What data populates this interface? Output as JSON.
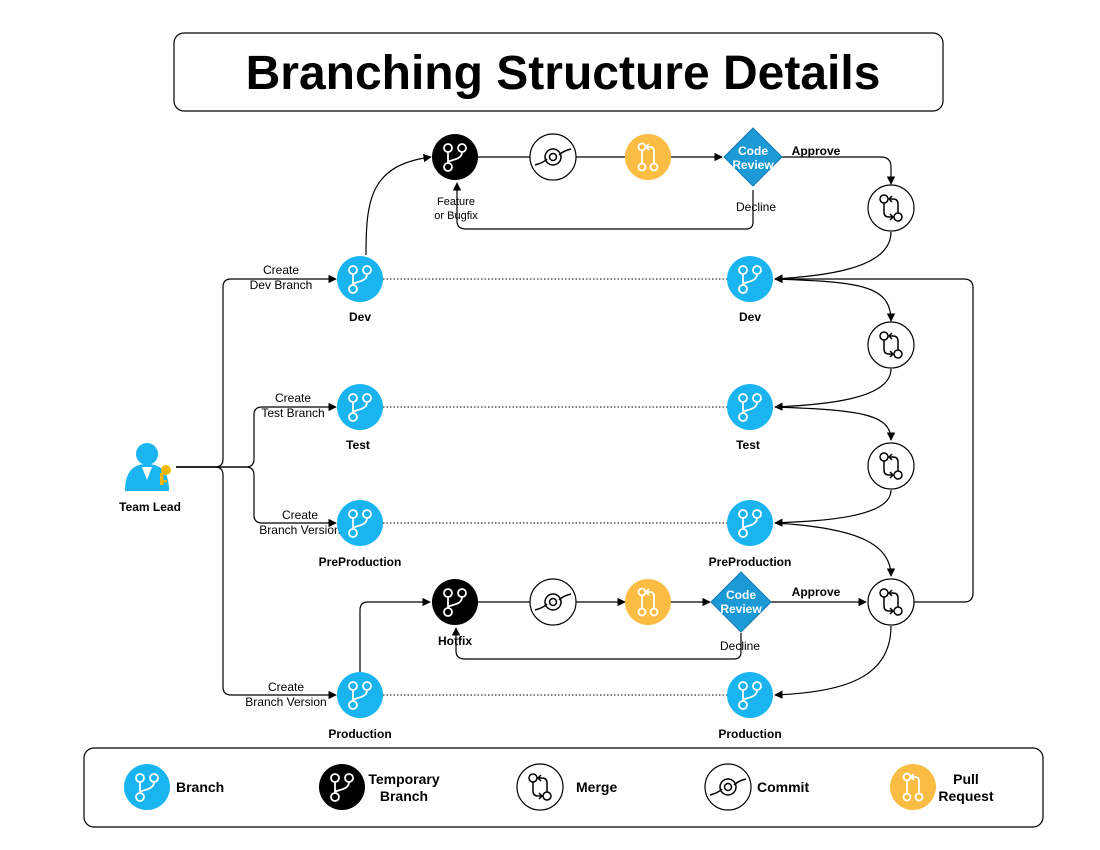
{
  "title": "Branching Structure Details",
  "colors": {
    "branch": "#1ab4f0",
    "temporary_branch": "#000000",
    "pull_request": "#fbbc44",
    "diamond": "#1b9ad6",
    "line": "#000000"
  },
  "actor": {
    "label": "Team Lead",
    "icon": "user-key-icon"
  },
  "create_labels": {
    "dev": [
      "Create",
      "Dev Branch"
    ],
    "test": [
      "Create",
      "Test Branch"
    ],
    "preprod": [
      "Create",
      "Branch Version"
    ],
    "prod": [
      "Create",
      "Branch Version"
    ]
  },
  "branches_left": {
    "dev": "Dev",
    "test": "Test",
    "preprod": "PreProduction",
    "prod": "Production"
  },
  "branches_right": {
    "dev": "Dev",
    "test": "Test",
    "preprod": "PreProduction",
    "prod": "Production"
  },
  "feature_flow": {
    "temp_label": [
      "Feature",
      "or Bugfix"
    ],
    "review_label": [
      "Code",
      "Review"
    ],
    "approve": "Approve",
    "decline": "Decline"
  },
  "hotfix_flow": {
    "temp_label": "Hotfix",
    "review_label": [
      "Code",
      "Review"
    ],
    "approve": "Approve",
    "decline": "Decline"
  },
  "legend": [
    {
      "icon": "branch-icon",
      "label": [
        "Branch"
      ]
    },
    {
      "icon": "temporary-branch-icon",
      "label": [
        "Temporary",
        "Branch"
      ]
    },
    {
      "icon": "merge-icon",
      "label": [
        "Merge"
      ]
    },
    {
      "icon": "commit-icon",
      "label": [
        "Commit"
      ]
    },
    {
      "icon": "pull-request-icon",
      "label": [
        "Pull",
        "Request"
      ]
    }
  ]
}
